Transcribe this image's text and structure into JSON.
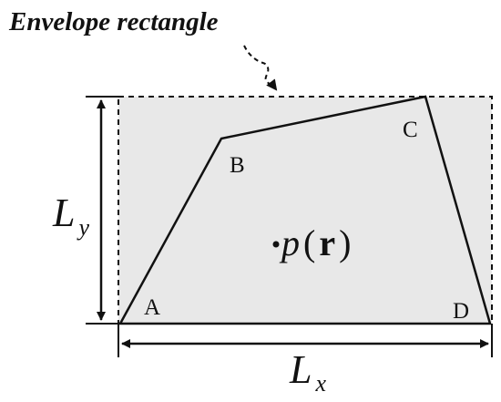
{
  "labels": {
    "title": "Envelope rectangle",
    "vertex_a": "A",
    "vertex_b": "B",
    "vertex_c": "C",
    "vertex_d": "D",
    "ly_main": "L",
    "ly_sub": "y",
    "lx_main": "L",
    "lx_sub": "x",
    "func_name": "p",
    "func_open": "(",
    "func_arg": "r",
    "func_close": ")"
  },
  "colors": {
    "envelope_fill": "#e8e8e8",
    "line": "#111111"
  }
}
